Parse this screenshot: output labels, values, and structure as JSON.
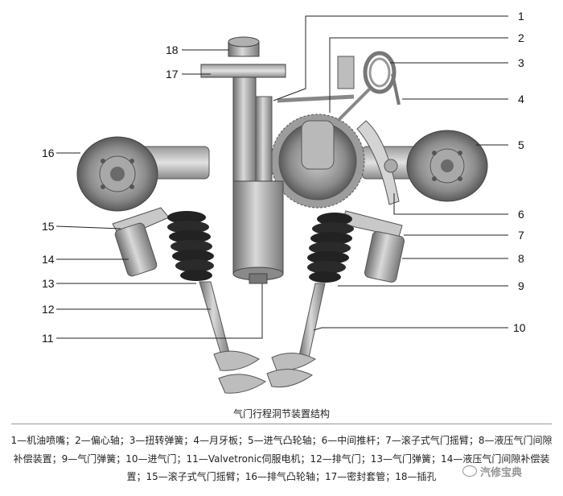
{
  "figure": {
    "callouts": [
      "1",
      "2",
      "3",
      "4",
      "5",
      "6",
      "7",
      "8",
      "9",
      "10",
      "11",
      "12",
      "13",
      "14",
      "15",
      "16",
      "17",
      "18"
    ],
    "caption": "气门行程洞节装置结构"
  },
  "legend": {
    "text": "1—机油喷嘴；2—偏心轴；3—扭转弹簧；4—月牙板；5—进气凸轮轴；6—中间推杆；7—滚子式气门摇臂；8—液压气门间隙补偿装置；9—气门弹簧；10—进气门；11—Valvetronic伺服电机；12—排气门；13—气门弹簧；14—液压气门间隙补偿装置；15—滚子式气门摇臂；16—排气凸轮轴；17—密封套管；18—插孔"
  },
  "watermark": {
    "text": "汽修宝典"
  }
}
